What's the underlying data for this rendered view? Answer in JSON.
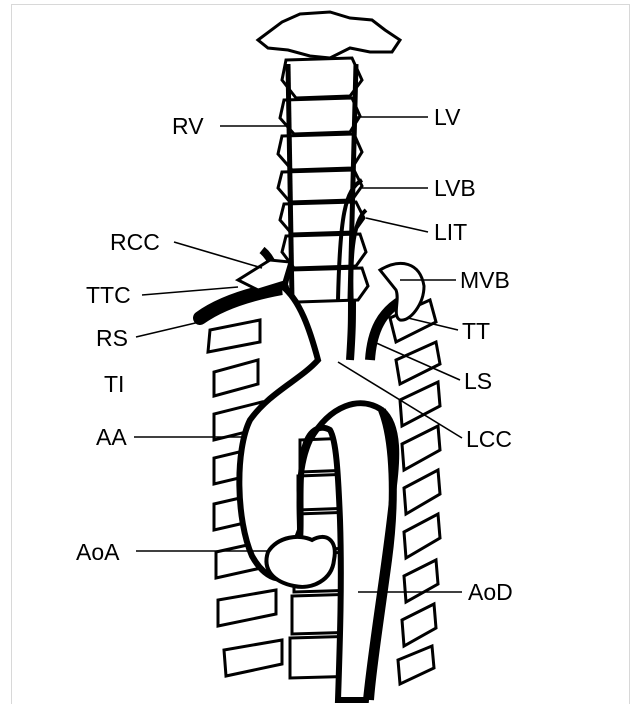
{
  "labels": {
    "rv": "RV",
    "lv": "LV",
    "lvb": "LVB",
    "lit": "LIT",
    "rcc": "RCC",
    "mvb": "MVB",
    "ttc": "TTC",
    "tt": "TT",
    "rs": "RS",
    "ls": "LS",
    "ti": "TI",
    "aa": "AA",
    "lcc": "LCC",
    "aoa": "AoA",
    "aod": "AoD"
  }
}
